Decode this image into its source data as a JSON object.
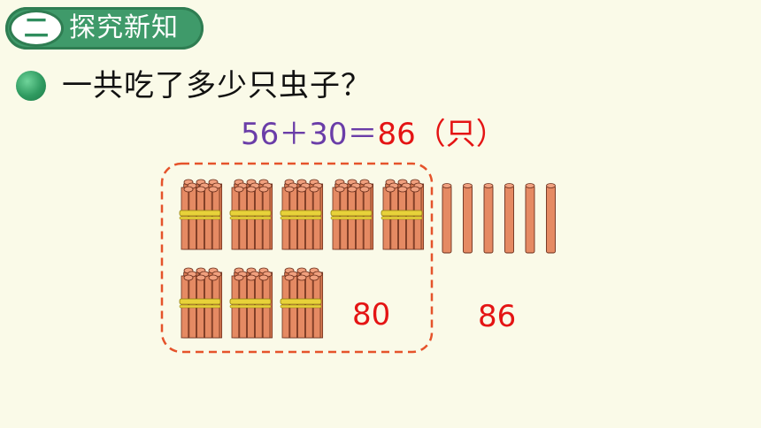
{
  "section": {
    "number": "二",
    "title": "探究新知"
  },
  "question": "一共吃了多少只虫子？",
  "equation": {
    "left": "56＋30＝",
    "result": "86",
    "unit": "（只）"
  },
  "bundles": {
    "count": 8,
    "sticks_per_bundle": 10
  },
  "loose_sticks": {
    "count": 6
  },
  "labels": {
    "tens_total": "80",
    "grand_total": "86"
  },
  "colors": {
    "background": "#fafae8",
    "tab_green": "#3f9a6a",
    "stick_orange": "#e58a63",
    "stick_outline": "#6b2f1c",
    "band_yellow": "#e8d23a",
    "dashed_red": "#e5532b",
    "equation_purple": "#6a3da8",
    "equation_red": "#e41414"
  }
}
